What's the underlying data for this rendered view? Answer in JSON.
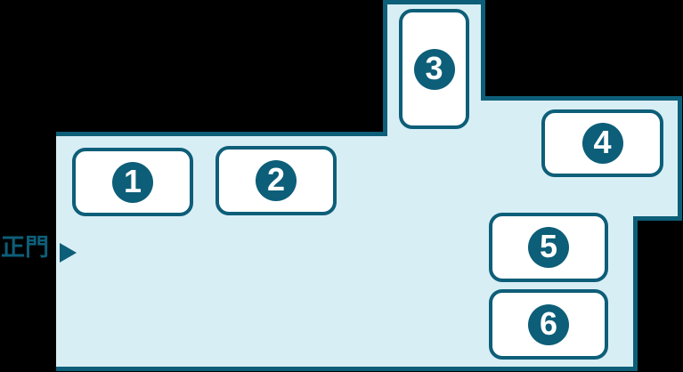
{
  "colors": {
    "teal": "#0d5e78",
    "area_fill": "#d8eef5",
    "building_fill": "#ffffff",
    "number_color": "#ffffff",
    "background": "#000000"
  },
  "gate": {
    "label": "正門",
    "arrow_icon": "right-pointing-triangle"
  },
  "buildings": [
    {
      "label": "1"
    },
    {
      "label": "2"
    },
    {
      "label": "3"
    },
    {
      "label": "4"
    },
    {
      "label": "5"
    },
    {
      "label": "6"
    }
  ]
}
